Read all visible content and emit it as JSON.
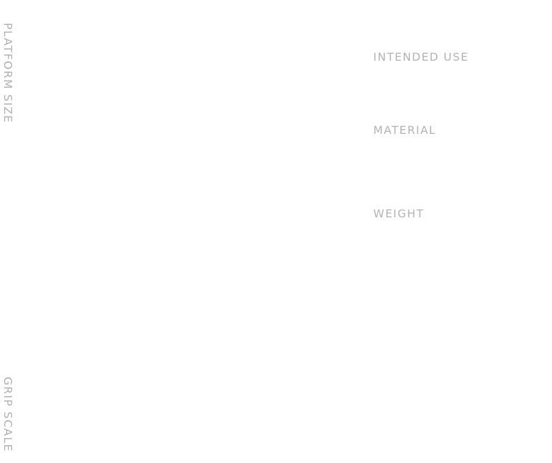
{
  "side_labels": {
    "platform_size": "PLATFORM SIZE",
    "grip_scale": "GRIP SCALE"
  },
  "specs": {
    "intended_use": "INTENDED USE",
    "material": "MATERIAL",
    "weight": "WEIGHT"
  },
  "colors": {
    "background": "#ffffff",
    "label_text": "#b3b3b3"
  }
}
